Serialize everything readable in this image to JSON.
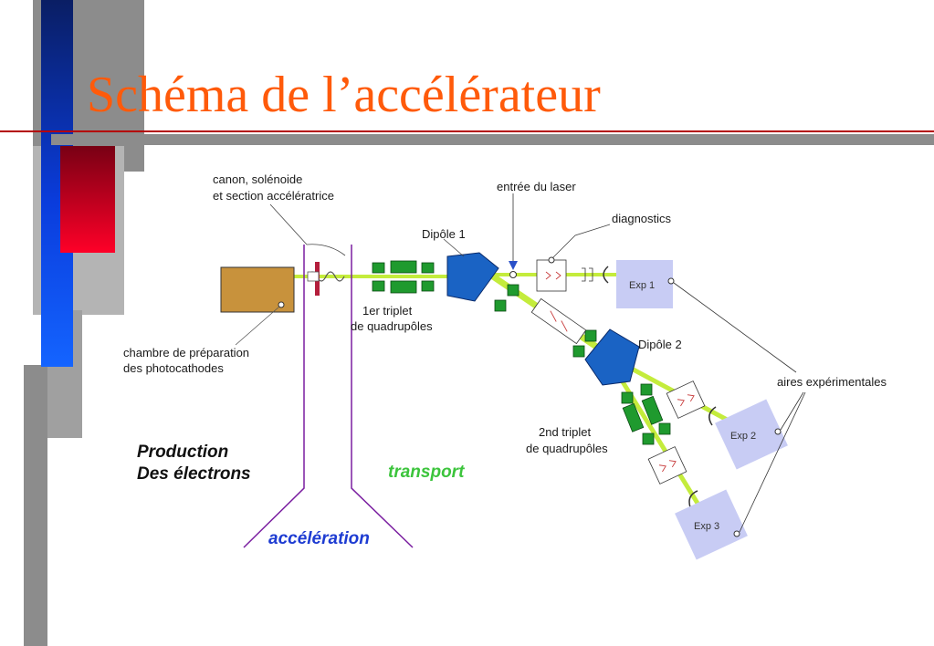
{
  "slide": {
    "title": "Schéma de l’accélérateur",
    "colors": {
      "title": "#ff5a0a",
      "beamline": "#c4ec3c",
      "quadrupole": "#1f9a2e",
      "dipole": "#1a63c4",
      "experiment": "#c8ccf4",
      "chamber": "#c8923c",
      "accel": "#7a1ea0",
      "transport": "#3cc43c",
      "accel_label": "#1e3cd2"
    }
  },
  "labels": {
    "canon": "canon, solénoide",
    "section": "et section accélératrice",
    "laser": "entrée du laser",
    "diagnostics": "diagnostics",
    "dipole1": "Dipôle 1",
    "dipole2": "Dipôle 2",
    "triplet1_line1": "1er triplet",
    "triplet1_line2": "de quadrupôles",
    "triplet2_line1": "2nd triplet",
    "triplet2_line2": "de quadrupôles",
    "chambre_line1": "chambre de préparation",
    "chambre_line2": "des photocathodes",
    "aires": "aires expérimentales",
    "exp1": "Exp 1",
    "exp2": "Exp 2",
    "exp3": "Exp 3"
  },
  "regions": {
    "production_line1": "Production",
    "production_line2": "Des électrons",
    "transport": "transport",
    "acceleration": "accélération"
  }
}
